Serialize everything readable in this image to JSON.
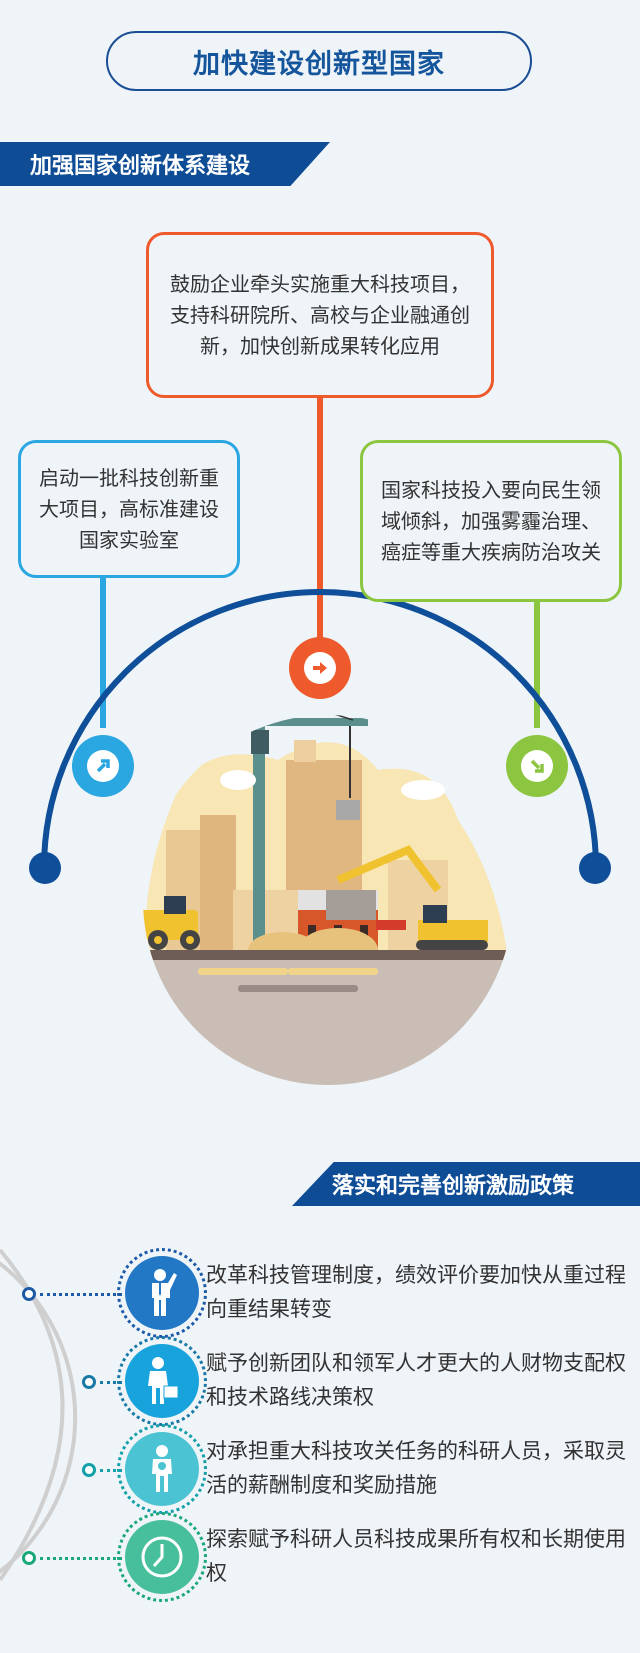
{
  "header": {
    "title": "加快建设创新型国家"
  },
  "section1": {
    "banner": "加强国家创新体系建设",
    "boxes": [
      {
        "position": "top-center",
        "color": "#ee5a2c",
        "icon": "arrow-right-icon",
        "text": "鼓励企业牵头实施重大科技项目，支持科研院所、高校与企业融通创新，加快创新成果转化应用"
      },
      {
        "position": "left",
        "color": "#2aa6e0",
        "icon": "arrow-up-right-icon",
        "text": "启动一批科技创新重大项目，高标准建设国家实验室"
      },
      {
        "position": "right",
        "color": "#8cc540",
        "icon": "arrow-down-right-icon",
        "text": "国家科技投入要向民生领域倾斜，加强雾霾治理、癌症等重大疾病防治攻关"
      }
    ],
    "arc_color": "#0f4e99",
    "illustration": "construction-site-illustration"
  },
  "section2": {
    "banner": "落实和完善创新激励政策",
    "items": [
      {
        "icon": "person-waving-icon",
        "color": "#2378c6",
        "text": "改革科技管理制度，绩效评价要加快从重过程向重结果转变"
      },
      {
        "icon": "person-briefcase-icon",
        "color": "#19a3dc",
        "text": "赋予创新团队和领军人才更大的人财物支配权和技术路线决策权"
      },
      {
        "icon": "person-idea-icon",
        "color": "#4cc3d2",
        "text": "对承担重大科技攻关任务的科研人员，采取灵活的薪酬制度和奖励措施"
      },
      {
        "icon": "clock-icon",
        "color": "#48bf9c",
        "text": "探索赋予科研人员科技成果所有权和长期使用权"
      }
    ]
  }
}
